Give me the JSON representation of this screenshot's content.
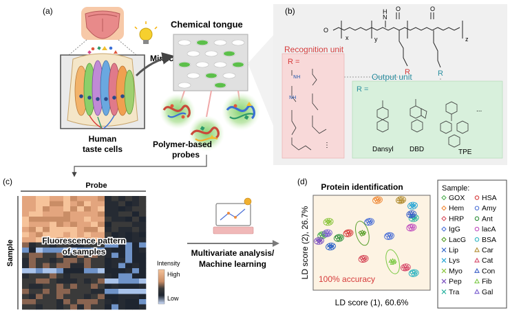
{
  "panel_labels": {
    "a": "(a)",
    "b": "(b)",
    "c": "(c)",
    "d": "(d)"
  },
  "panel_a": {
    "chemical_tongue": "Chemical tongue",
    "mimic": "Mimic",
    "human_taste_cells_1": "Human",
    "human_taste_cells_2": "taste cells",
    "probes_1": "Polymer-based",
    "probes_2": "probes"
  },
  "panel_b": {
    "subscript_x": "x",
    "subscript_y": "y",
    "subscript_z": "z",
    "atom_o": "O",
    "atom_nh": "N",
    "atom_h": "H",
    "r_label_red": "R",
    "r_label_teal": "R",
    "recognition_title": "Recognition unit",
    "recognition_r": "R =",
    "output_title": "Output unit",
    "output_r": "R =",
    "dyes": [
      "Dansyl",
      "DBD",
      "TPE"
    ],
    "ellipsis": "...",
    "ellipsis_recog": "⋮",
    "nh2": "NH",
    "nh3": "NH"
  },
  "panel_c": {
    "probe_label": "Probe",
    "sample_label": "Sample",
    "overlay_1": "Fluorescence pattern",
    "overlay_2": "of samples",
    "intensity_label": "Intensity",
    "high_label": "High",
    "low_label": "Low"
  },
  "arrow_caption_1": "Multivariate analysis/",
  "arrow_caption_2": "Machine learning",
  "panel_d": {
    "title": "Protein identification",
    "xlabel": "LD score (1), 60.6%",
    "ylabel": "LD score (2), 26.7%",
    "accuracy": "100% accuracy",
    "legend_title": "Sample:"
  },
  "chart_data": {
    "type": "scatter",
    "title": "Protein identification",
    "xlabel": "LD score (1), 60.6%",
    "ylabel": "LD score (2), 26.7%",
    "annotation": "100% accuracy",
    "legend_placement": "right",
    "series": [
      {
        "name": "GOX",
        "color": "#4caf50",
        "marker": "diamond",
        "x": 0.08,
        "y": 0.58
      },
      {
        "name": "Hem",
        "color": "#f08c3c",
        "marker": "diamond",
        "x": 0.55,
        "y": 0.95
      },
      {
        "name": "HRP",
        "color": "#d64a5a",
        "marker": "diamond",
        "x": 0.43,
        "y": 0.33
      },
      {
        "name": "IgG",
        "color": "#4a6fd6",
        "marker": "diamond",
        "x": 0.48,
        "y": 0.72
      },
      {
        "name": "LacG",
        "color": "#5aa02c",
        "marker": "diamond",
        "x": 0.42,
        "y": 0.6
      },
      {
        "name": "Lip",
        "color": "#2d63c8",
        "marker": "x",
        "x": 0.15,
        "y": 0.46
      },
      {
        "name": "Lys",
        "color": "#2aa7d6",
        "marker": "x",
        "x": 0.85,
        "y": 0.89
      },
      {
        "name": "Myo",
        "color": "#8cc63f",
        "marker": "x",
        "x": 0.13,
        "y": 0.72
      },
      {
        "name": "Pep",
        "color": "#7a4fbf",
        "marker": "x",
        "x": 0.05,
        "y": 0.52
      },
      {
        "name": "Tra",
        "color": "#2bb3a0",
        "marker": "x",
        "x": 0.86,
        "y": 0.76
      },
      {
        "name": "HSA",
        "color": "#d63a3a",
        "marker": "circle",
        "x": 0.3,
        "y": 0.6
      },
      {
        "name": "Amy",
        "color": "#4a6fd6",
        "marker": "circle",
        "x": 0.65,
        "y": 0.57
      },
      {
        "name": "Ant",
        "color": "#2f8f3a",
        "marker": "circle",
        "x": 0.22,
        "y": 0.55
      },
      {
        "name": "lacA",
        "color": "#c04fbf",
        "marker": "circle",
        "x": 0.84,
        "y": 0.66
      },
      {
        "name": "BSA",
        "color": "#2bb3c0",
        "marker": "circle",
        "x": 0.86,
        "y": 0.18
      },
      {
        "name": "Car",
        "color": "#b08a2c",
        "marker": "triangle",
        "x": 0.75,
        "y": 0.95
      },
      {
        "name": "Cat",
        "color": "#d64a6a",
        "marker": "triangle",
        "x": 0.79,
        "y": 0.24
      },
      {
        "name": "Con",
        "color": "#3a5fc8",
        "marker": "triangle",
        "x": 0.84,
        "y": 0.8
      },
      {
        "name": "Fib",
        "color": "#7ac943",
        "marker": "triangle",
        "x": 0.68,
        "y": 0.3
      },
      {
        "name": "Gal",
        "color": "#7a5fcf",
        "marker": "triangle",
        "x": 0.12,
        "y": 0.6
      }
    ]
  }
}
